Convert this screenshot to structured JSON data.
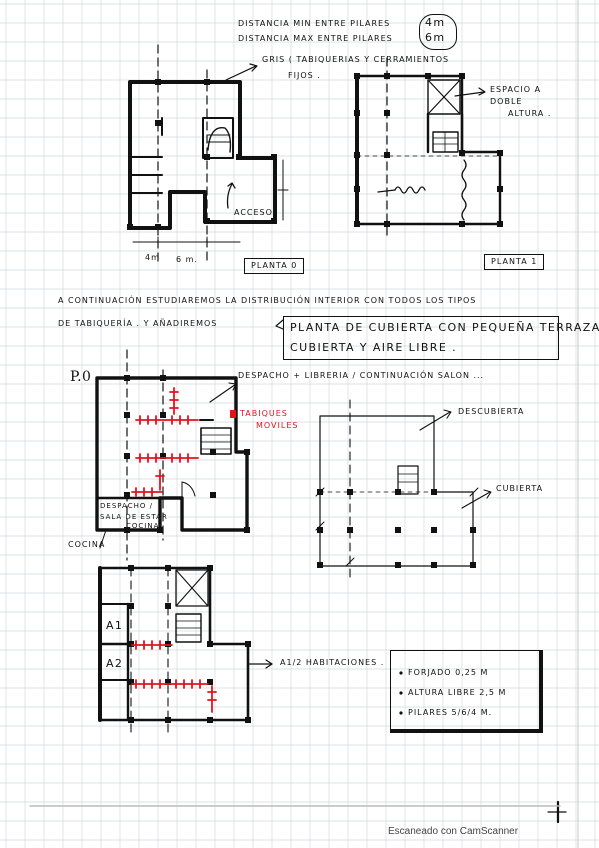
{
  "notes": {
    "dist_min": "Distancia min entre pilares",
    "dist_max": "Distancia max entre pilares",
    "dist_min_value": "4m",
    "dist_max_value": "6m",
    "gris_line1": "Gris ( tabiquerias y cerramientos",
    "gris_line2": "fijos .",
    "espacio_line1": "Espacio a",
    "espacio_line2": "doble",
    "espacio_line3": "altura ."
  },
  "plan_top": {
    "planta0": "Planta 0",
    "planta1": "Planta 1",
    "acceso": "Acceso",
    "dim_4m": "4m",
    "dim_6m": "6 m."
  },
  "body": {
    "line1": "A continuación estudiaremos la distribución interior con todos los tipos",
    "line2": "de tabiquería . y añadiremos",
    "boxed_line1": "Planta de cubierta con pequeña terraza",
    "boxed_line2": "cubierta y aire libre ."
  },
  "plan_bottom": {
    "p0": "P.0",
    "despacho_label": "despacho + libreria / continuación salon ...",
    "tabiques_line1": "Tabiques",
    "tabiques_line2": "moviles",
    "despacho_area_line1": "despacho /",
    "despacho_area_line2": "sala de estar",
    "despacho_area_line3": "cocina",
    "cocina": "cocina",
    "descubierta": "descubierta",
    "cubierta": "cubierta",
    "a1": "A1",
    "a2": "A2",
    "habitaciones": "A1/2 habitaciones ."
  },
  "specs": {
    "forjado": "forjado  0,25 m",
    "altura": "altura libre  2,5 m",
    "pilares": "pilares 5/6/4 m."
  },
  "footer": {
    "scanner": "Escaneado con CamScanner"
  },
  "colors": {
    "ink": "#111111",
    "red": "#e0141e",
    "grid": "#d3d8de"
  }
}
